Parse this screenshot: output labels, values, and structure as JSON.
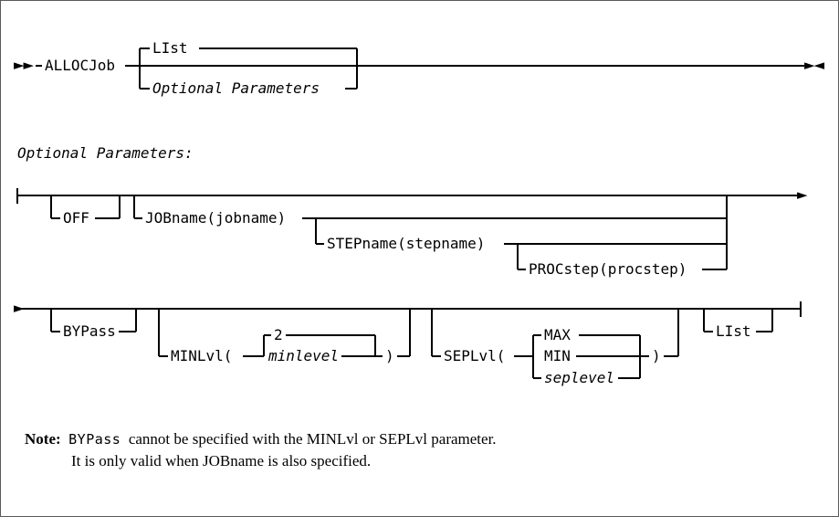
{
  "diagram": {
    "type": "railroad-syntax-diagram",
    "command": "ALLOCJob",
    "start_marker": "►►",
    "end_marker": "►◄",
    "continue_right_marker": "►",
    "continue_left_marker": "│",
    "row1": {
      "command_label": "ALLOCJob",
      "default_branch": "LIst",
      "alt_branch": "Optional Parameters"
    },
    "section_label": "Optional Parameters:",
    "row2": {
      "off": "OFF",
      "jobname": "JOBname(jobname)",
      "stepname": "STEPname(stepname)",
      "procstep": "PROCstep(procstep)"
    },
    "row3": {
      "bypass": "BYPass",
      "minlvl_open": "MINLvl(",
      "minlvl_default": "2",
      "minlvl_var": "minlevel",
      "minlvl_close": ")",
      "seplvl_open": "SEPLvl(",
      "seplvl_default": "MAX",
      "seplvl_option": "MIN",
      "seplvl_var": "seplevel",
      "seplvl_close": ")",
      "list": "LIst"
    }
  },
  "note": {
    "label": "Note:",
    "line1_mono": "BYPass",
    "line1_rest": "  cannot be specified with the MINLvl or SEPLvl parameter.",
    "line2": "It is only valid when JOBname is also specified."
  },
  "colors": {
    "ink": "#000000",
    "rail": "#1a1a1a",
    "border": "#5a5a5a",
    "background": "#ffffff"
  }
}
